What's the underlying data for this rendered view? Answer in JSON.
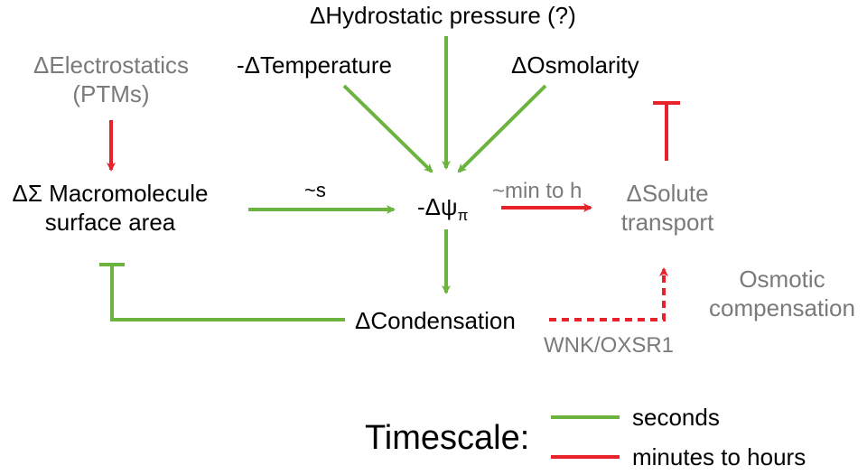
{
  "nodes": {
    "hydrostatic": "ΔHydrostatic pressure (?)",
    "temperature": "-ΔTemperature",
    "osmolarity": "ΔOsmolarity",
    "electrostatics_line1": "ΔElectrostatics",
    "electrostatics_line2": "(PTMs)",
    "surface_line1": "ΔΣ Macromolecule",
    "surface_line2": "surface area",
    "psi_prefix": "-Δψ",
    "psi_sub": "π",
    "solute_line1": "ΔSolute",
    "solute_line2": "transport",
    "condensation": "ΔCondensation",
    "osmotic_line1": "Osmotic",
    "osmotic_line2": "compensation"
  },
  "edge_labels": {
    "seconds_tilde": "~s",
    "min_to_h": "~min to h",
    "wnk": "WNK/OXSR1"
  },
  "legend": {
    "title": "Timescale:",
    "green_label": "seconds",
    "red_label": "minutes to hours"
  },
  "colors": {
    "green": "#6db33f",
    "red": "#e8222a",
    "gray_text": "#7a7a7a"
  }
}
